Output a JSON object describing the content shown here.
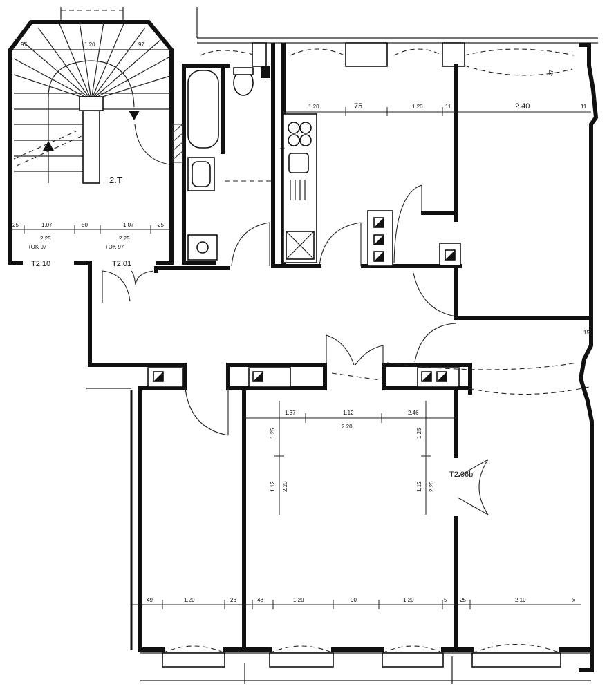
{
  "rooms": {
    "stair": "2.T",
    "t210": "T2.10",
    "t201": "T2.01",
    "t206b": "T2.06b"
  },
  "dims": {
    "stair_97_left": "97",
    "stair_120": "1.20",
    "stair_97_right": "97",
    "landing_25a": "25",
    "landing_107a": "1.07",
    "landing_50": "50",
    "landing_107b": "1.07",
    "landing_25b": "25",
    "landing_225a": "2.25",
    "landing_225b": "2.25",
    "landing_ok_a": "+OK 97",
    "landing_ok_b": "+OK 97",
    "kitchen_120a": "1.20",
    "kitchen_75": "75",
    "kitchen_120b": "1.20",
    "kitchen_11": "11",
    "room_240": "2.40",
    "room_11": "11",
    "room_15": "15",
    "room_47": "47",
    "mid_137": "1.37",
    "mid_112": "1.12",
    "mid_220": "2.20",
    "mid_246": "2.46",
    "vert_125a": "1.25",
    "vert_112a": "1.12",
    "vert_220a": "2.20",
    "vert_125b": "1.25",
    "vert_112b": "1.12",
    "vert_220b": "2.20",
    "bot_49": "49",
    "bot_120a": "1.20",
    "bot_26": "26",
    "bot_48": "48",
    "bot_120b": "1.20",
    "bot_90": "90",
    "bot_120c": "1.20",
    "bot_5": "5",
    "bot_25": "25",
    "bot_210": "2.10",
    "bot_x": "x"
  }
}
